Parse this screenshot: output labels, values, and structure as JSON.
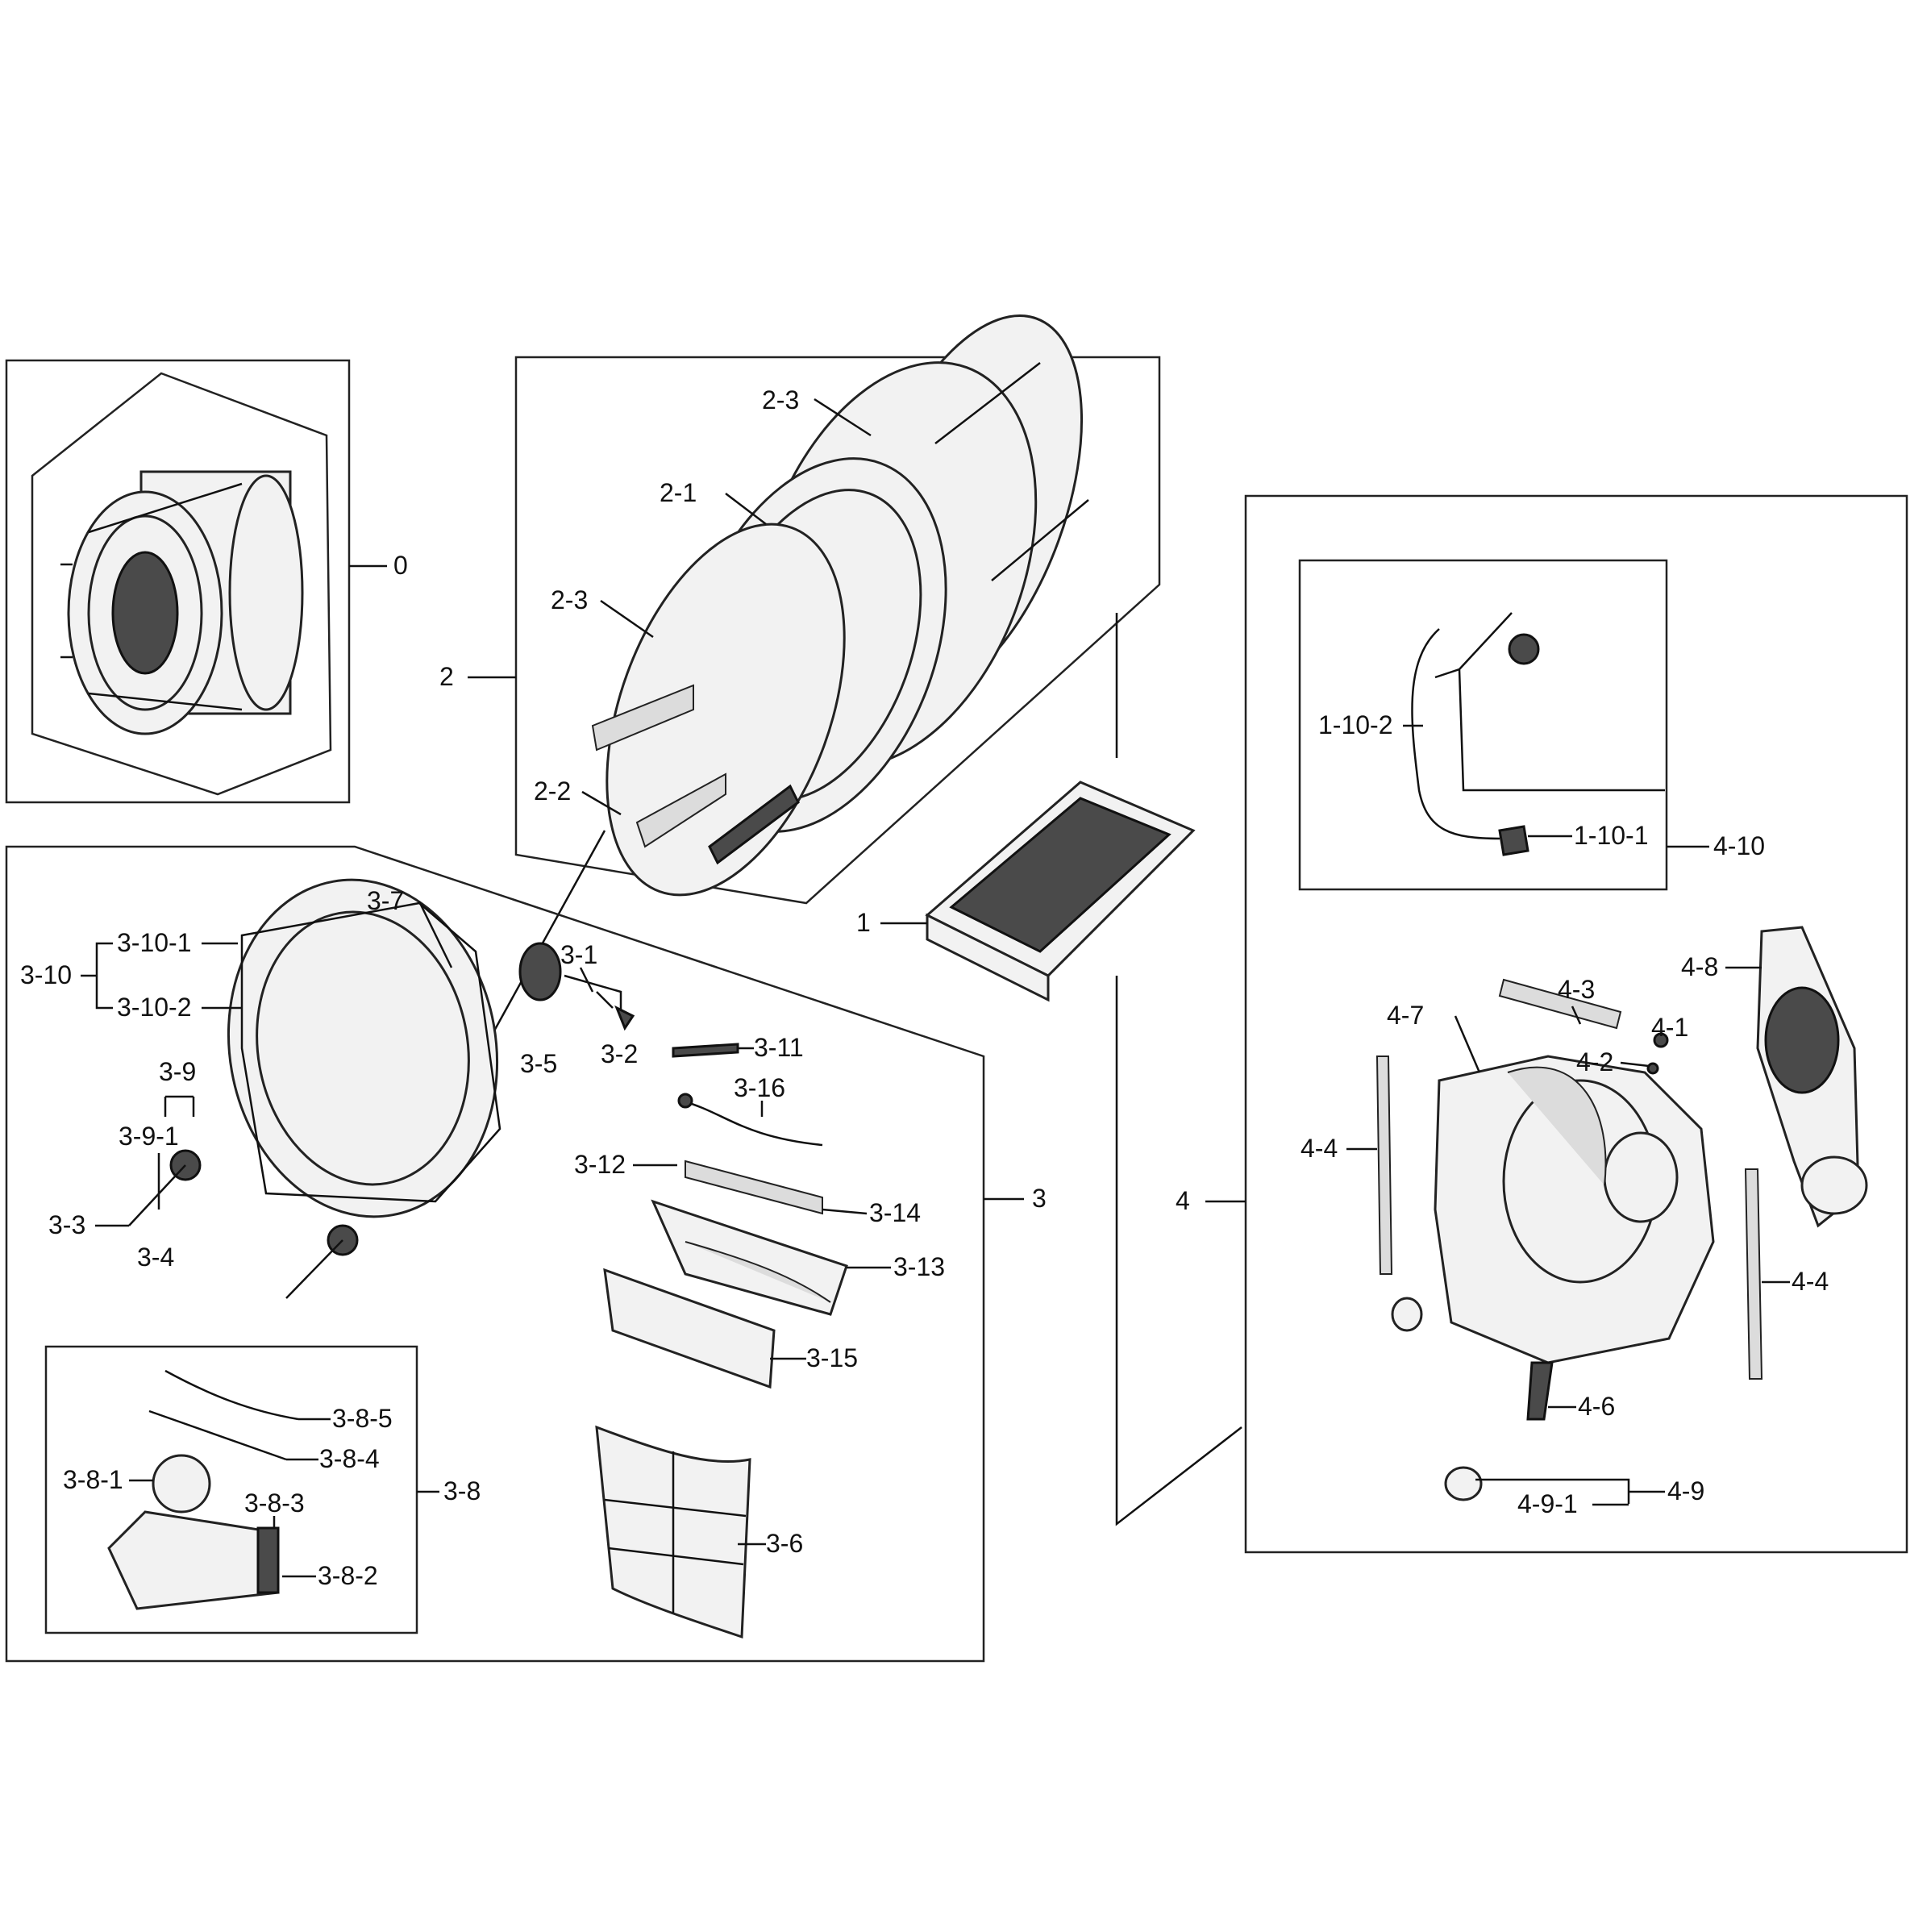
{
  "labels": {
    "p0": "0",
    "p1": "1",
    "p2": "2",
    "p2_1": "2-1",
    "p2_2": "2-2",
    "p2_3a": "2-3",
    "p2_3b": "2-3",
    "p3": "3",
    "p3_1": "3-1",
    "p3_2": "3-2",
    "p3_3": "3-3",
    "p3_4": "3-4",
    "p3_5": "3-5",
    "p3_6": "3-6",
    "p3_7": "3-7",
    "p3_8": "3-8",
    "p3_8_1": "3-8-1",
    "p3_8_2": "3-8-2",
    "p3_8_3": "3-8-3",
    "p3_8_4": "3-8-4",
    "p3_8_5": "3-8-5",
    "p3_9": "3-9",
    "p3_9_1": "3-9-1",
    "p3_10": "3-10",
    "p3_10_1": "3-10-1",
    "p3_10_2": "3-10-2",
    "p3_11": "3-11",
    "p3_12": "3-12",
    "p3_13": "3-13",
    "p3_14": "3-14",
    "p3_15": "3-15",
    "p3_16": "3-16",
    "p4": "4",
    "p4_1": "4-1",
    "p4_2": "4-2",
    "p4_3": "4-3",
    "p4_4a": "4-4",
    "p4_4b": "4-4",
    "p4_6": "4-6",
    "p4_7": "4-7",
    "p4_8": "4-8",
    "p4_9": "4-9",
    "p4_9_1": "4-9-1",
    "p4_10": "4-10",
    "p1_10_1": "1-10-1",
    "p1_10_2": "1-10-2"
  }
}
